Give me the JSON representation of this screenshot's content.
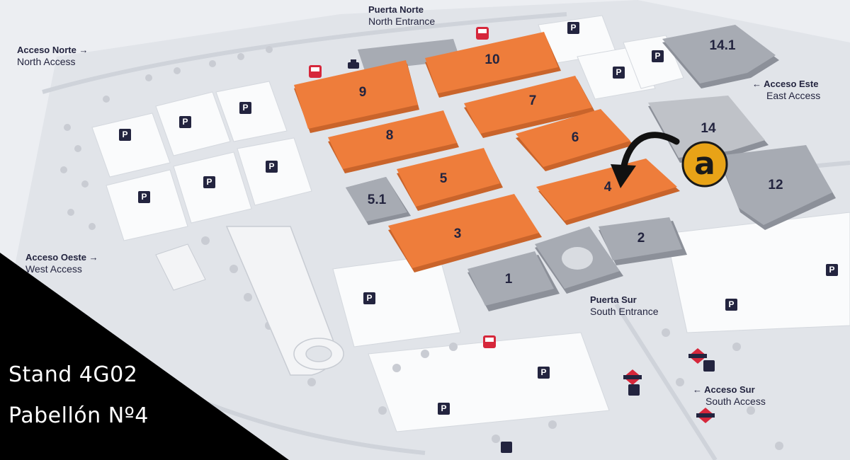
{
  "pavilions": [
    {
      "id": "10",
      "label": "10",
      "highlight": true
    },
    {
      "id": "9",
      "label": "9",
      "highlight": true
    },
    {
      "id": "8",
      "label": "8",
      "highlight": true
    },
    {
      "id": "7",
      "label": "7",
      "highlight": true
    },
    {
      "id": "6",
      "label": "6",
      "highlight": true
    },
    {
      "id": "5",
      "label": "5",
      "highlight": true
    },
    {
      "id": "4",
      "label": "4",
      "highlight": true
    },
    {
      "id": "3",
      "label": "3",
      "highlight": true
    },
    {
      "id": "5.1",
      "label": "5.1",
      "highlight": false
    },
    {
      "id": "1",
      "label": "1",
      "highlight": false
    },
    {
      "id": "2",
      "label": "2",
      "highlight": false
    },
    {
      "id": "14.1",
      "label": "14.1",
      "highlight": false
    },
    {
      "id": "14",
      "label": "14",
      "highlight": false
    },
    {
      "id": "12",
      "label": "12",
      "highlight": false
    }
  ],
  "access_labels": {
    "north_gate": {
      "title": "Puerta Norte",
      "subtitle": "North Entrance"
    },
    "north_access": {
      "title": "Acceso Norte",
      "subtitle": "North Access",
      "arrow": "→"
    },
    "east_access": {
      "title": "Acceso Este",
      "subtitle": "East Access",
      "arrow": "←"
    },
    "west_access": {
      "title": "Acceso Oeste",
      "subtitle": "West Access",
      "arrow": "→"
    },
    "south_gate": {
      "title": "Puerta Sur",
      "subtitle": "South Entrance"
    },
    "south_access": {
      "title": "Acceso Sur",
      "subtitle": "South Access",
      "arrow": "←"
    }
  },
  "parking_label": "P",
  "stand": {
    "line1": "Stand 4G02",
    "line2": "Pabellón Nº4"
  },
  "colors": {
    "highlight": "#ee7d3b",
    "pavilion_gray": "#a7abb3",
    "navy": "#23243f",
    "logo_gold": "#e8a317",
    "bus_red": "#d6273b",
    "metro_red": "#d6273b"
  },
  "icons": [
    "bus-icon",
    "taxi-icon",
    "metro-icon",
    "parking-icon",
    "arrow-icon",
    "logo-icon"
  ]
}
